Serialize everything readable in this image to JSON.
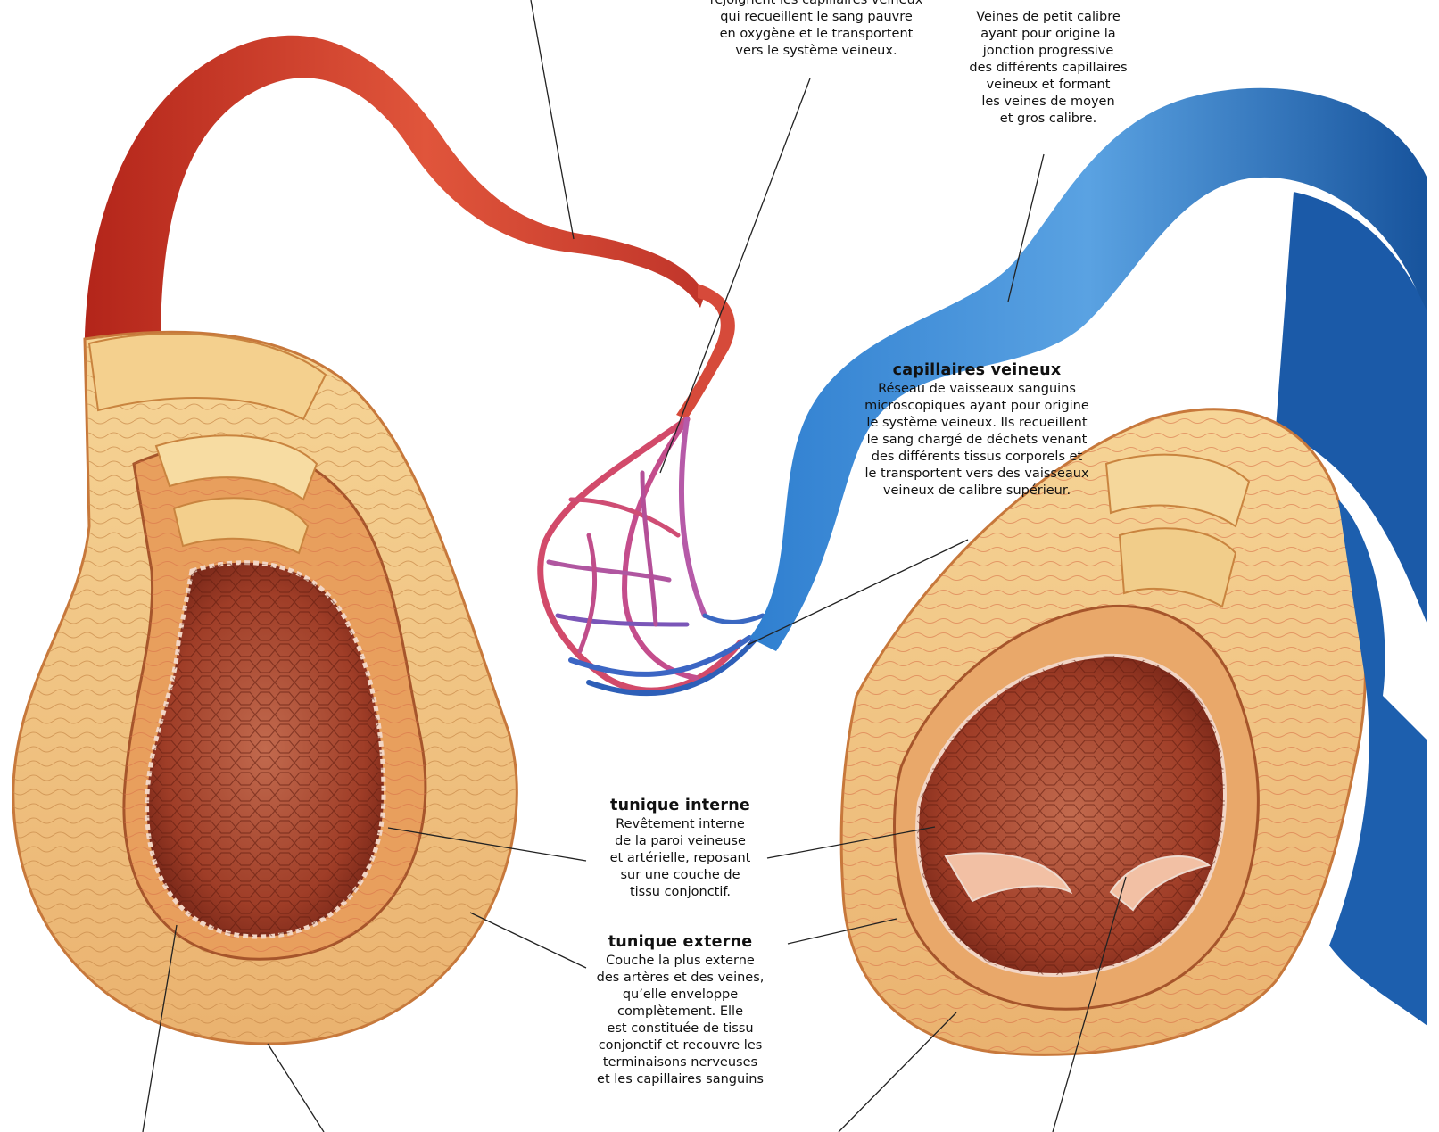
{
  "labels": {
    "capillaires_arteriels_tail": {
      "text": "rejoignent les capillaires veineux\nqui recueillent le sang pauvre\nen oxygène et le transportent\nvers le système veineux."
    },
    "veinules": {
      "text": "Veines de petit calibre\nayant pour origine la\njonction progressive\ndes différents capillaires\nveineux et formant\nles veines de moyen\net gros calibre."
    },
    "capillaires_veineux": {
      "title": "capillaires veineux",
      "text": "Réseau de vaisseaux sanguins\nmicroscopiques ayant pour origine\nle système veineux. Ils recueillent\nle sang chargé de déchets venant\ndes différents tissus corporels et\nle transportent vers des vaisseaux\nveineux de calibre supérieur."
    },
    "tunique_interne": {
      "title": "tunique interne",
      "text": "Revêtement interne\nde la paroi veineuse\net artérielle, reposant\nsur une couche de\ntissu conjonctif."
    },
    "tunique_externe": {
      "title": "tunique externe",
      "text": "Couche la plus externe\ndes artères et des veines,\nqu’elle enveloppe\ncomplètement. Elle\nest constituée de tissu\nconjonctif et recouvre les\nterminaisons nerveuses\net les capillaires sanguins"
    }
  },
  "colors": {
    "artery": "#d8402c",
    "vein": "#1f67b8",
    "wall": "#f3c98a",
    "lumen": "#a8452c"
  }
}
